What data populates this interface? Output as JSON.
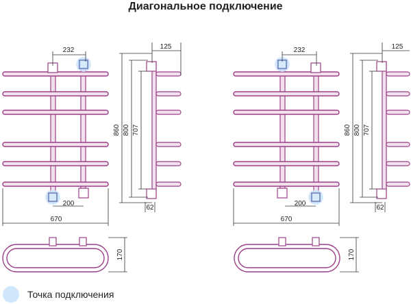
{
  "title": "Диагональное подключение",
  "legend": {
    "label": "Точка подключения",
    "color": "#cfe6fb"
  },
  "colors": {
    "pipe": "#9b3f86",
    "pipe_inner": "#f3e1ee",
    "line": "#333333",
    "point": "#cfe6fb"
  },
  "dimensions": {
    "top_spacing": "232",
    "bottom_spacing": "200",
    "width": "670",
    "depth": "125",
    "height_total": "860",
    "height_axis": "800",
    "height_inner": "707",
    "wall_offset": "62",
    "top_view_depth": "170"
  },
  "diagrams": [
    {
      "name": "left",
      "connection_points": [
        "top-right",
        "bottom-left"
      ]
    },
    {
      "name": "right",
      "connection_points": [
        "top-left",
        "bottom-right"
      ]
    }
  ]
}
